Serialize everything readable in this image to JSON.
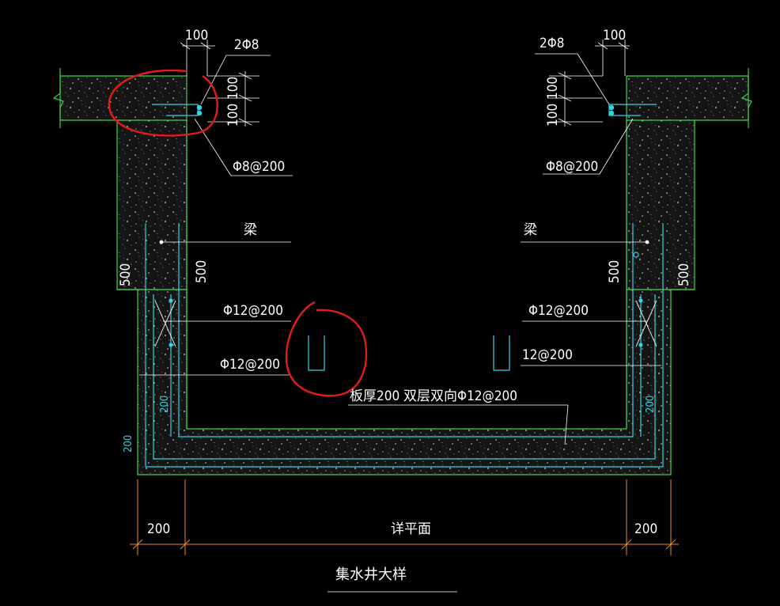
{
  "colors": {
    "background": "#000000",
    "concrete_outline": "#3fd24a",
    "concrete_fill": "#1e1e1e",
    "rebar": "#2fd6e6",
    "dimension": "#f08a2a",
    "leader": "#ffffff",
    "annotation_circle": "#e41a1c",
    "text": "#ffffff"
  },
  "labels": {
    "top_left_dim": "100",
    "top_left_bar": "2Φ8",
    "left_vertical_dims": "100 100",
    "left_stirrup": "Φ8@200",
    "top_right_dim": "100",
    "top_right_bar": "2Φ8",
    "right_vertical_dims": "100 100",
    "right_stirrup": "Φ8@200",
    "beam_left": "梁",
    "beam_right": "梁",
    "wall_left_outer": "500",
    "wall_left_inner": "500",
    "wall_right_inner": "500",
    "wall_right_outer": "500",
    "left_rebar_upper": "Φ12@200",
    "left_rebar_lower": "Φ12@200",
    "right_rebar_upper": "Φ12@200",
    "right_rebar_lower": "12@200",
    "slab_note": "板厚200 双层双向Φ12@200",
    "left_wall_thickness": "200",
    "right_wall_thickness": "200",
    "bottom_slab_thickness": "200",
    "bottom_dim_left": "200",
    "bottom_dim_mid": "详平面",
    "bottom_dim_right": "200",
    "drawing_title": "集水井大样"
  }
}
